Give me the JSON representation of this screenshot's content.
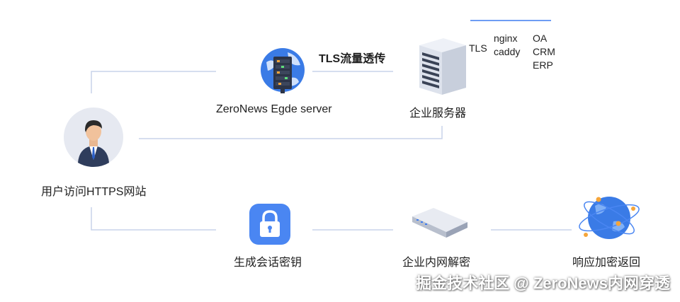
{
  "labels": {
    "edge_server": "ZeroNews Egde server",
    "tls_passthrough": "TLS流量透传",
    "enterprise_server": "企业服务器",
    "user_access": "用户访问HTTPS网站",
    "gen_session_key": "生成会话密钥",
    "intranet_decrypt": "企业内网解密",
    "response_return": "响应加密返回"
  },
  "server_stack": {
    "tls": "TLS",
    "proxies": [
      "nginx",
      "caddy"
    ],
    "apps": [
      "OA",
      "CRM",
      "ERP"
    ]
  },
  "watermark": "掘金技术社区 @ ZeroNews内网穿透",
  "icons": {
    "user": "person-avatar-icon",
    "edge": "globe-server-icon",
    "server": "server-rack-icon",
    "lock": "padlock-icon",
    "device": "network-appliance-icon",
    "response": "orbit-globe-icon"
  },
  "colors": {
    "connector": "#c9d3ea",
    "accent_blue": "#3f7df0",
    "lock_bg": "#4a86f2",
    "orange": "#f5a53a"
  }
}
